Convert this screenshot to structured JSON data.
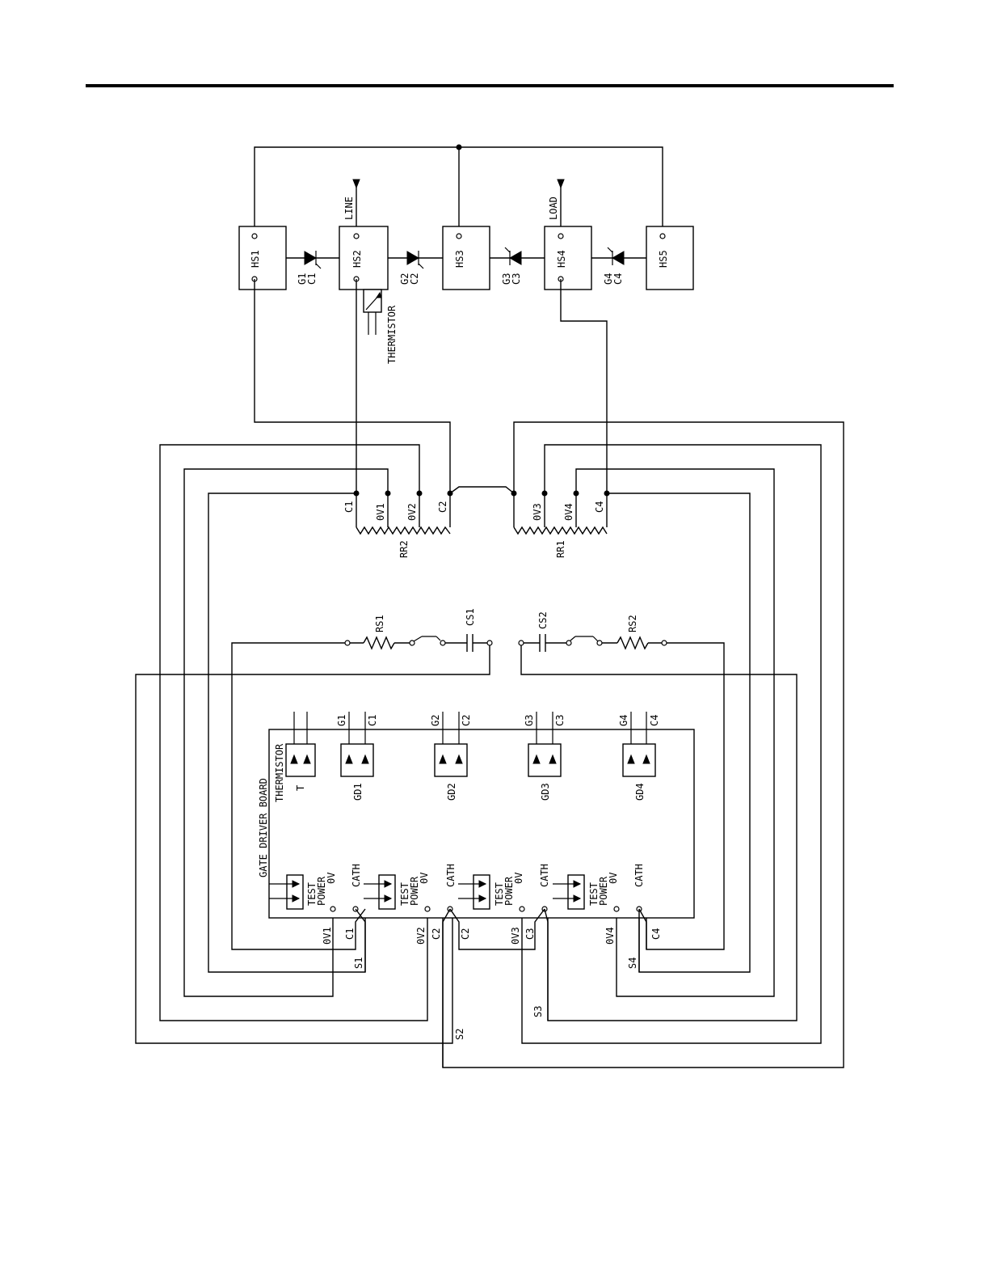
{
  "heatsinks": {
    "hs1": "HS1",
    "hs2": "HS2",
    "hs3": "HS3",
    "hs4": "HS4",
    "hs5": "HS5"
  },
  "scr_labels": {
    "scr1_gate": "G1",
    "scr1_cath": "C1",
    "scr2_gate": "G2",
    "scr2_cath": "C2",
    "scr3_gate": "G3",
    "scr3_cath": "C3",
    "scr4_gate": "G4",
    "scr4_cath": "C4"
  },
  "line_label": "LINE",
  "load_label": "LOAD",
  "thermistor_label": "THERMISTOR",
  "rr2": {
    "name": "RR2",
    "taps": [
      "C1",
      "0V1",
      "0V2",
      "C2"
    ]
  },
  "rr1": {
    "name": "RR1",
    "taps": [
      "0V3",
      "0V4",
      "C4"
    ]
  },
  "snubbers": {
    "rs1": "RS1",
    "cs1": "CS1",
    "cs2": "CS2",
    "rs2": "RS2"
  },
  "gate_driver_board": {
    "title": "GATE DRIVER BOARD",
    "thermistor_conn": "THERMISTOR",
    "t_label": "T",
    "gd": [
      "GD1",
      "GD2",
      "GD3",
      "GD4"
    ],
    "top_pins": [
      "G1",
      "C1",
      "G2",
      "C2",
      "G3",
      "C3",
      "G4",
      "C4"
    ],
    "test_power": "TEST POWER",
    "test_label": "TEST",
    "power_label": "POWER",
    "ov_label": "0V",
    "cath_label": "CATH"
  },
  "bottom_wire_labels": {
    "ov1": "0V1",
    "c1": "C1",
    "s1": "S1",
    "ov2": "0V2",
    "c2a": "C2",
    "c2b": "C2",
    "s2": "S2",
    "ov3": "0V3",
    "c3": "C3",
    "s3": "S3",
    "ov4": "0V4",
    "c4": "C4",
    "s4": "S4"
  }
}
